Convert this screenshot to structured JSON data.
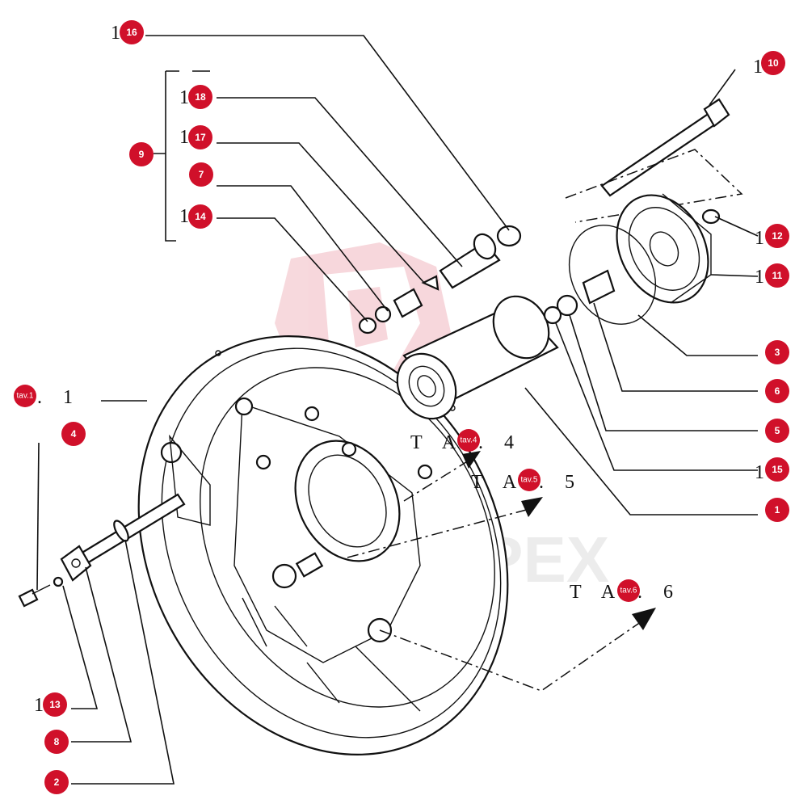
{
  "watermark": "МИРЕХ",
  "callouts": [
    {
      "id": "16",
      "label": "16",
      "prefix": "1"
    },
    {
      "id": "18",
      "label": "18",
      "prefix": "1"
    },
    {
      "id": "17",
      "label": "17",
      "prefix": "1"
    },
    {
      "id": "7",
      "label": "7",
      "prefix": ""
    },
    {
      "id": "14",
      "label": "14",
      "prefix": "1"
    },
    {
      "id": "9",
      "label": "9",
      "prefix": ""
    },
    {
      "id": "10",
      "label": "10",
      "prefix": "1"
    },
    {
      "id": "12",
      "label": "12",
      "prefix": "1"
    },
    {
      "id": "11",
      "label": "11",
      "prefix": "1"
    },
    {
      "id": "3",
      "label": "3",
      "prefix": ""
    },
    {
      "id": "6",
      "label": "6",
      "prefix": ""
    },
    {
      "id": "5",
      "label": "5",
      "prefix": ""
    },
    {
      "id": "15",
      "label": "15",
      "prefix": "1"
    },
    {
      "id": "1",
      "label": "1",
      "prefix": ""
    },
    {
      "id": "4",
      "label": "4",
      "prefix": ""
    },
    {
      "id": "13",
      "label": "13",
      "prefix": "1"
    },
    {
      "id": "8",
      "label": "8",
      "prefix": ""
    },
    {
      "id": "2",
      "label": "2",
      "prefix": ""
    }
  ],
  "table_refs": [
    {
      "id": "tav1",
      "badge": "tav.1",
      "prefix": "",
      "suffix": ". 1"
    },
    {
      "id": "tav4",
      "badge": "tav.4",
      "prefix": "T A",
      "suffix": ". 4"
    },
    {
      "id": "tav5",
      "badge": "tav.5",
      "prefix": "T A",
      "suffix": ". 5"
    },
    {
      "id": "tav6",
      "badge": "tav.6",
      "prefix": "T A",
      "suffix": ". 6"
    }
  ]
}
